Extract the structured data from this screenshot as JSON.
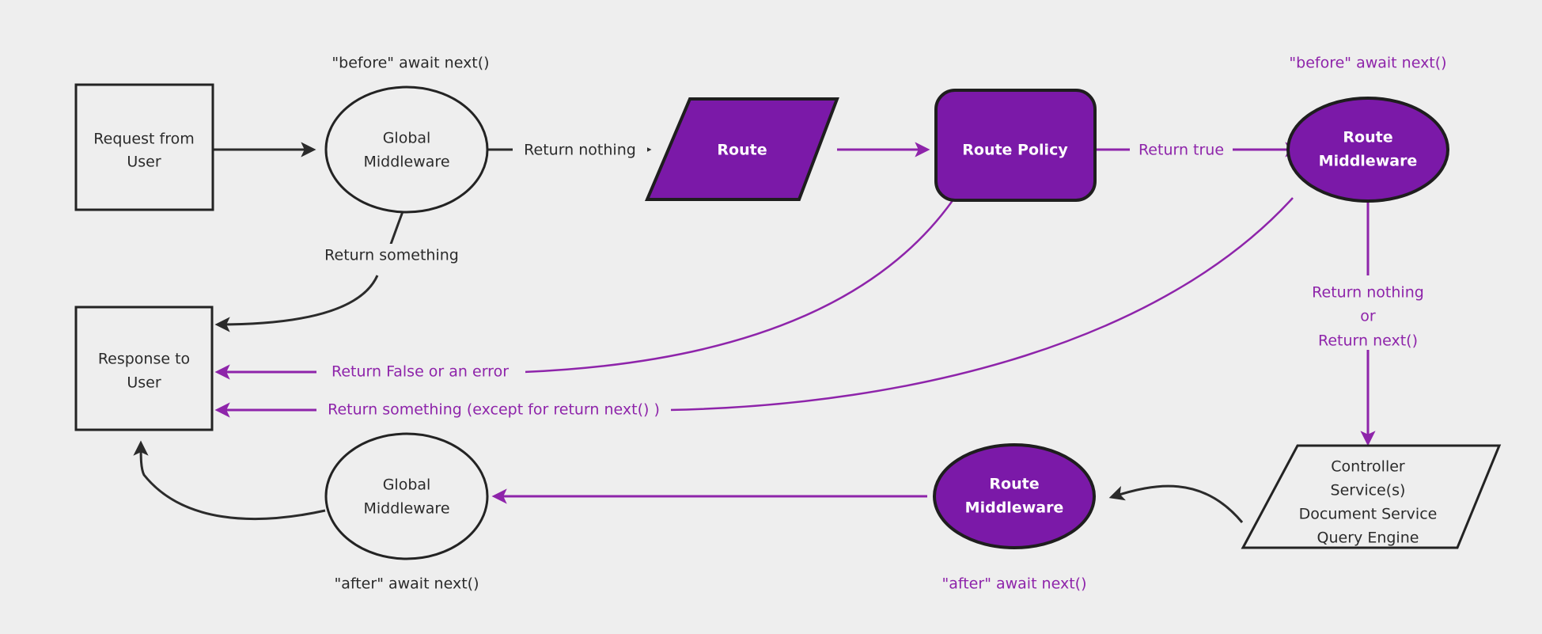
{
  "diagram": {
    "title": "Middleware request/response lifecycle flow",
    "background_color": "#eeeeee",
    "accent_color": "#7b19a8",
    "edge_purple_color": "#8e24aa",
    "edge_dark_color": "#2b2b2b"
  },
  "nodes": {
    "request": {
      "line1": "Request from",
      "line2": "User",
      "shape": "rectangle",
      "style": "plain"
    },
    "global_middleware_top": {
      "line1": "Global",
      "line2": "Middleware",
      "shape": "ellipse",
      "style": "plain"
    },
    "route": {
      "line1": "Route",
      "shape": "parallelogram",
      "style": "purple"
    },
    "route_policy": {
      "line1": "Route Policy",
      "shape": "rounded-rect",
      "style": "purple"
    },
    "route_middleware_top": {
      "line1": "Route",
      "line2": "Middleware",
      "shape": "ellipse",
      "style": "purple"
    },
    "response": {
      "line1": "Response to",
      "line2": "User",
      "shape": "rectangle",
      "style": "plain"
    },
    "global_middleware_bottom": {
      "line1": "Global",
      "line2": "Middleware",
      "shape": "ellipse",
      "style": "plain"
    },
    "route_middleware_bottom": {
      "line1": "Route",
      "line2": "Middleware",
      "shape": "ellipse",
      "style": "purple"
    },
    "controller": {
      "line1": "Controller",
      "line2": "Service(s)",
      "line3": "Document Service",
      "line4": "Query Engine",
      "shape": "parallelogram",
      "style": "plain"
    }
  },
  "annotations": {
    "before_await_next_dark": "\"before\" await next()",
    "before_await_next_purple": "\"before\" await next()",
    "after_await_next_dark": "\"after\" await next()",
    "after_await_next_purple": "\"after\" await next()"
  },
  "edge_labels": {
    "return_nothing_top": "Return nothing",
    "return_something_top": "Return something",
    "return_true": "Return true",
    "return_false_or_error": "Return False or an error",
    "return_something_except": "Return something (except for return next() )",
    "return_nothing_or_next_line1": "Return nothing",
    "return_nothing_or_next_line2": "or",
    "return_nothing_or_next_line3": "Return next()"
  }
}
